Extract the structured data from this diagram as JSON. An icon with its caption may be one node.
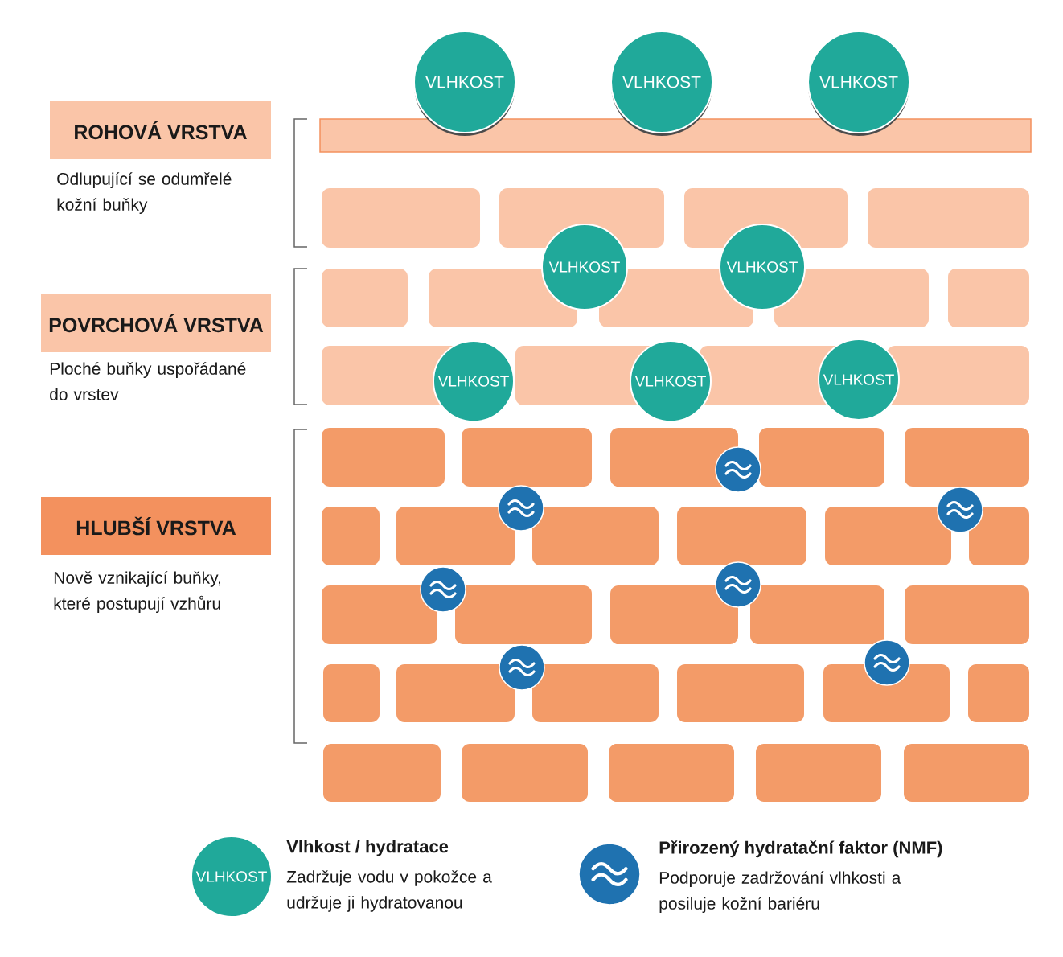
{
  "diagram": {
    "nodes": [
      {
        "text": [
          "ROHOVÁ VRSTVA"
        ],
        "beside": [
          "Odlupující se odumřelé kožní buňky"
        ]
      },
      {
        "text": [
          "POVRCHOVÁ VRSTVA"
        ],
        "beside": [
          "Ploché buňky uspořádané do vrstev"
        ]
      },
      {
        "text": [
          "HLUBŠÍ VRSTVA"
        ],
        "beside": [
          "Nově vznikající buňky, které postupují vzhůru"
        ]
      },
      {
        "text": [
          "VLHKOST"
        ]
      },
      {
        "text": [
          "VLHKOST"
        ]
      },
      {
        "text": [
          "VLHKOST"
        ]
      },
      {
        "text": [
          "VLHKOST"
        ]
      },
      {
        "text": [
          "VLHKOST"
        ]
      },
      {
        "text": [
          "VLHKOST"
        ]
      },
      {
        "text": [
          "VLHKOST"
        ]
      },
      {
        "text": [
          "VLHKOST"
        ]
      },
      {
        "text": [],
        "shape": "circle"
      },
      {
        "text": [],
        "shape": "circle"
      },
      {
        "text": [],
        "shape": "circle"
      },
      {
        "text": [],
        "shape": "circle"
      },
      {
        "text": [],
        "shape": "circle"
      },
      {
        "text": [],
        "shape": "circle"
      },
      {
        "text": [],
        "shape": "circle"
      },
      {
        "text": [
          "VLHKOST"
        ],
        "beside": [
          "Vlhkost / hydratace",
          "Zadržuje vodu v pokožce a udržuje ji hydratovanou"
        ]
      },
      {
        "text": [],
        "shape": "circle",
        "beside": [
          "Přirozený hydratační faktor (NMF)",
          "Podporuje zadržování vlhkosti a posiluje kožní bariéru"
        ]
      }
    ]
  }
}
